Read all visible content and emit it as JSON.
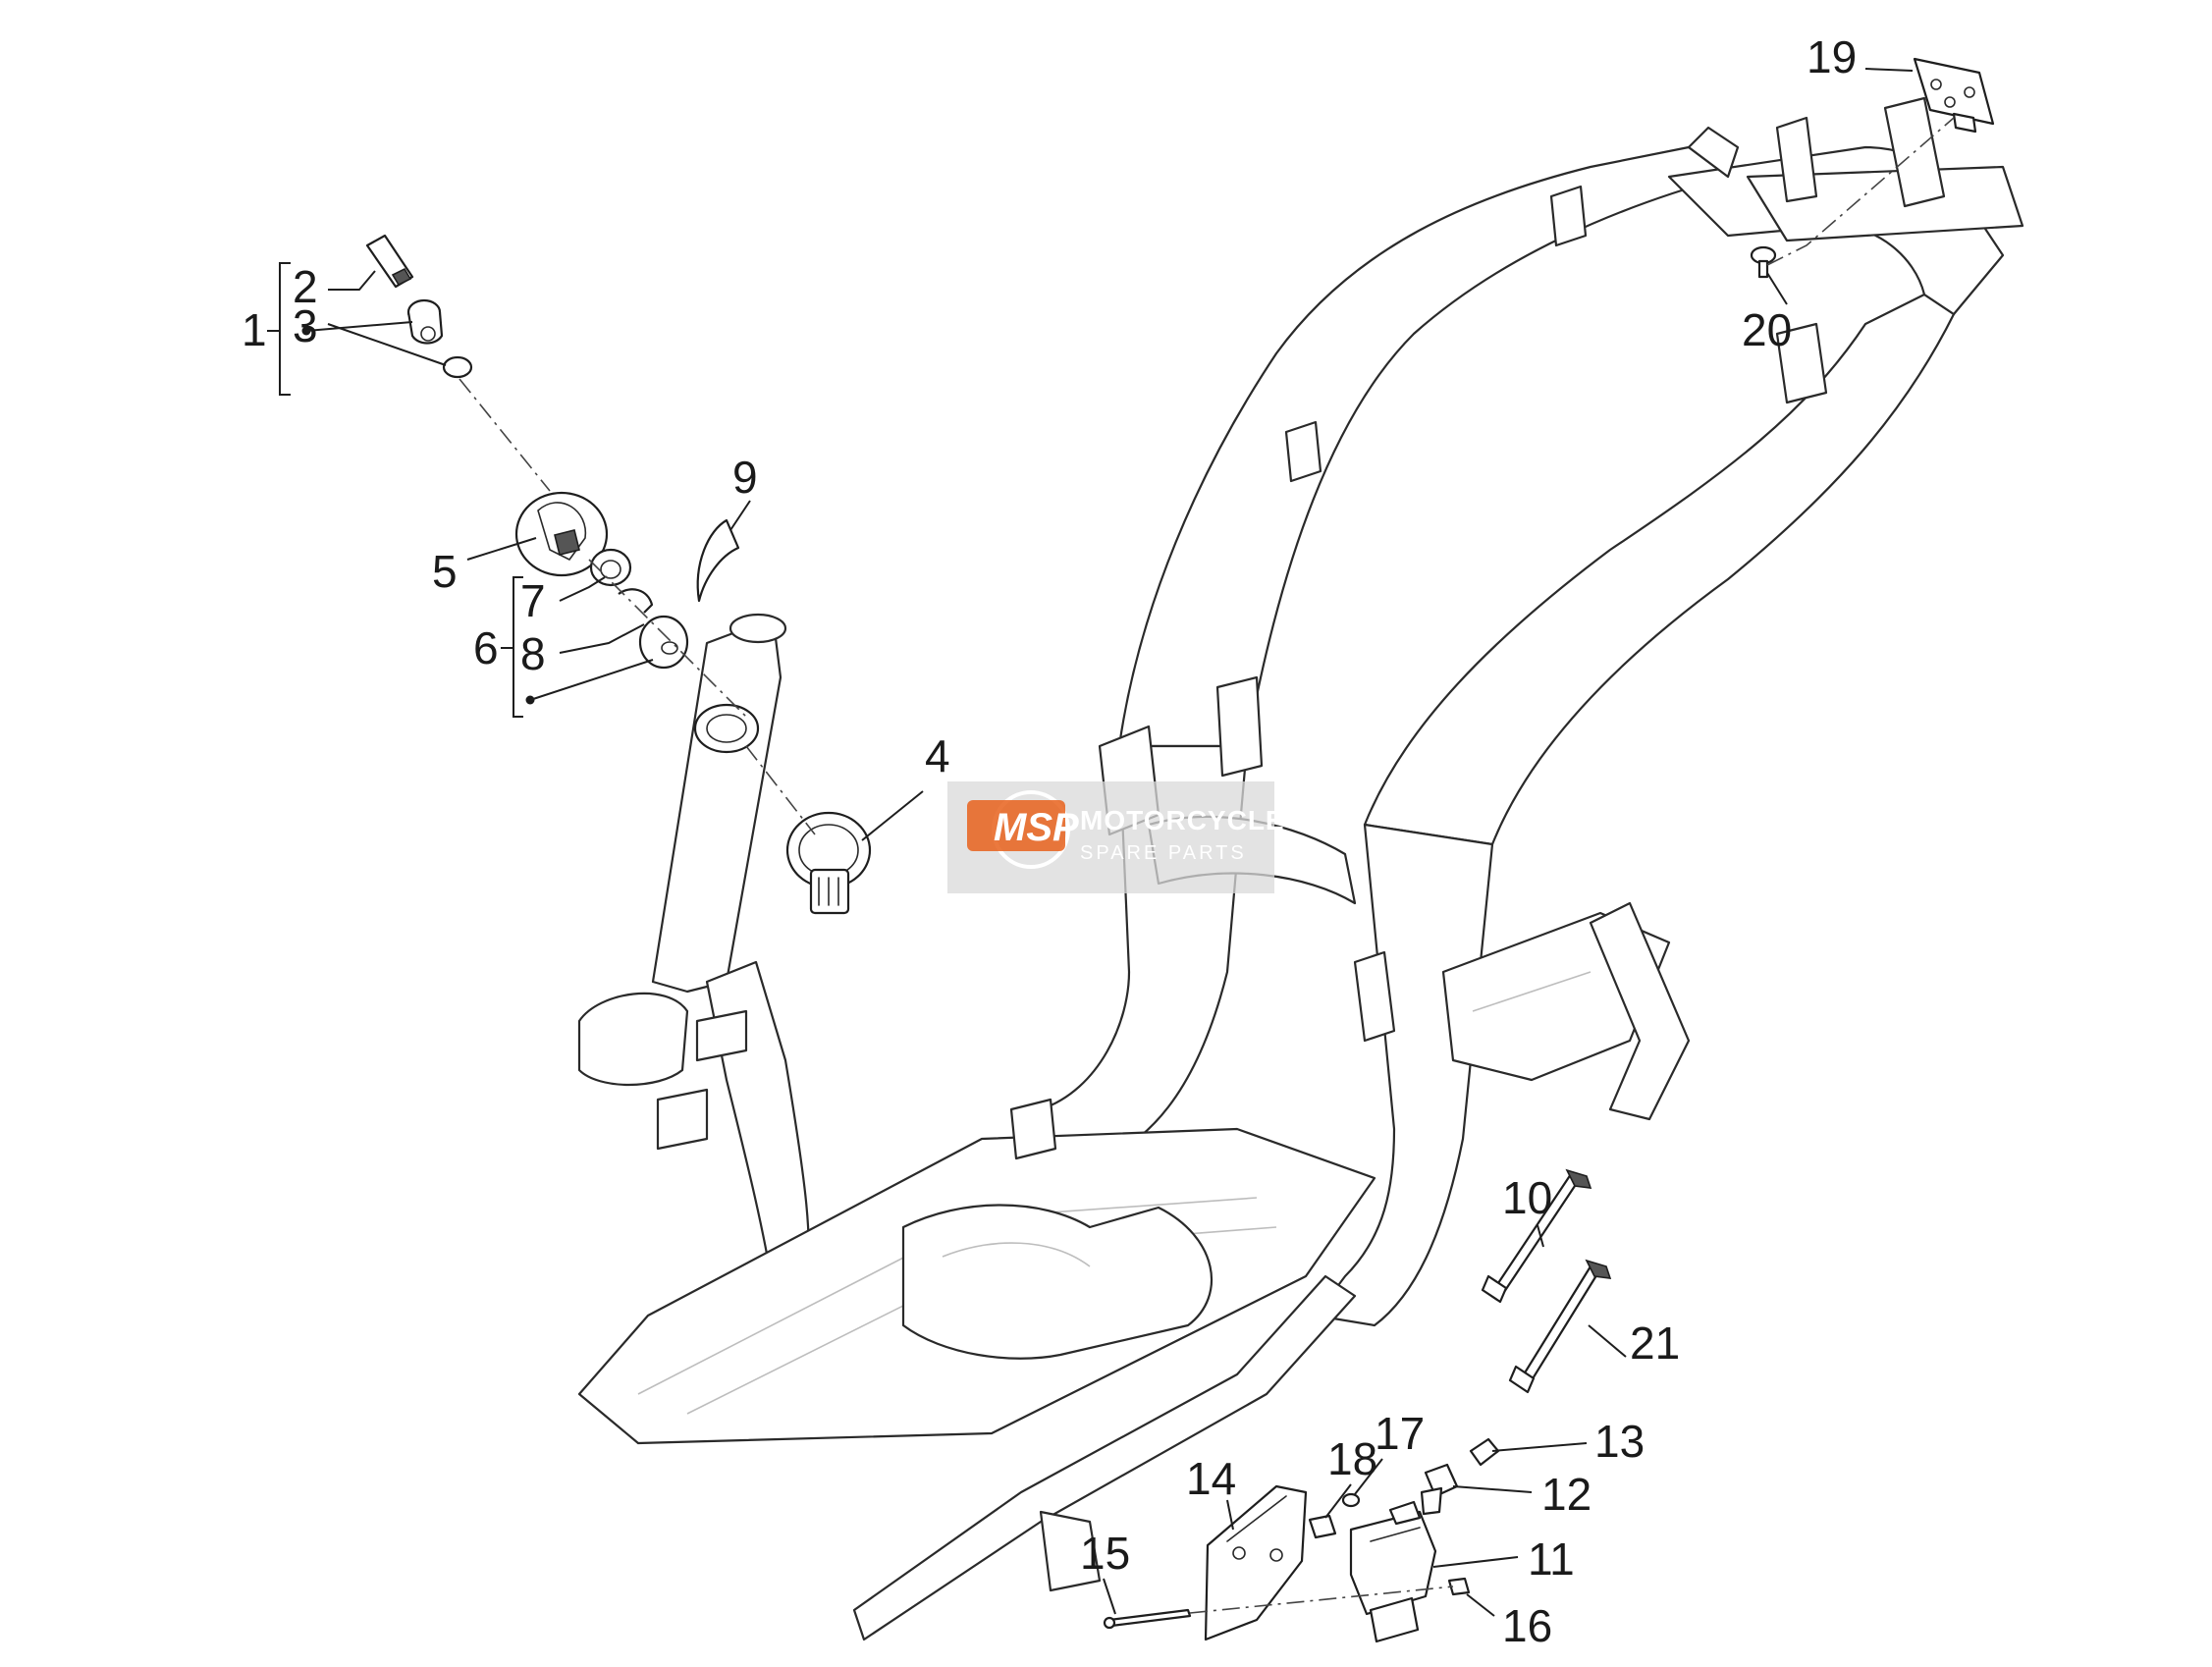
{
  "diagram": {
    "callouts": [
      {
        "id": "1",
        "label": "1"
      },
      {
        "id": "2",
        "label": "2"
      },
      {
        "id": "3",
        "label": "3"
      },
      {
        "id": "4",
        "label": "4"
      },
      {
        "id": "5",
        "label": "5"
      },
      {
        "id": "6",
        "label": "6"
      },
      {
        "id": "7",
        "label": "7"
      },
      {
        "id": "8",
        "label": "8"
      },
      {
        "id": "9",
        "label": "9"
      },
      {
        "id": "10",
        "label": "10"
      },
      {
        "id": "11",
        "label": "11"
      },
      {
        "id": "12",
        "label": "12"
      },
      {
        "id": "13",
        "label": "13"
      },
      {
        "id": "14",
        "label": "14"
      },
      {
        "id": "15",
        "label": "15"
      },
      {
        "id": "16",
        "label": "16"
      },
      {
        "id": "17",
        "label": "17"
      },
      {
        "id": "18",
        "label": "18"
      },
      {
        "id": "19",
        "label": "19"
      },
      {
        "id": "20",
        "label": "20"
      },
      {
        "id": "21",
        "label": "21"
      }
    ]
  },
  "watermark": {
    "logo": "MSP",
    "line1": "MOTORCYCLE",
    "line2": "SPARE PARTS",
    "color": "#e8621c"
  },
  "colors": {
    "line": "#2a2a2a",
    "background": "#ffffff"
  }
}
